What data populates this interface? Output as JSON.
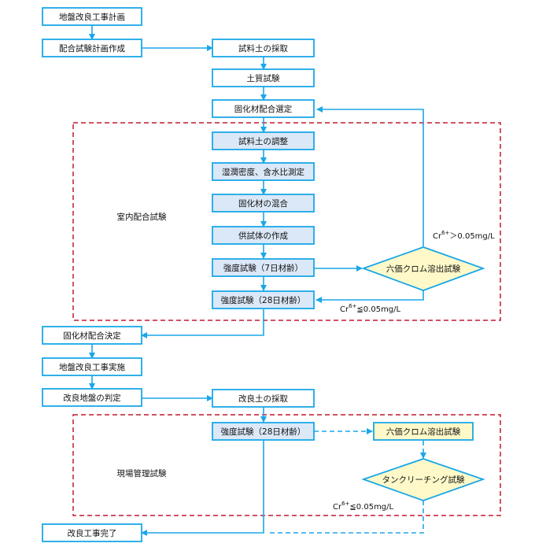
{
  "colors": {
    "stroke": "#1aa7e8",
    "fill_white": "#ffffff",
    "fill_blue": "#dbe8f7",
    "fill_yellow": "#fff9c9",
    "dashed_region": "#c2182e",
    "text": "#111111"
  },
  "nodes": {
    "plan": "地盤改良工事計画",
    "mix_plan": "配合試験計画作成",
    "soil_sampling": "試料土の採取",
    "soil_test": "土質試験",
    "agent_select": "固化材配合選定",
    "soil_adjust": "試料土の調整",
    "density_measure": "湿潤密度、含水比測定",
    "agent_mixing": "固化材の混合",
    "specimen": "供試体の作成",
    "strength_7": "強度試験（7日材齢）",
    "strength_28": "強度試験（28日材齢）",
    "cr_leach_1": "六価クロム溶出試験",
    "agent_decide": "固化材配合決定",
    "construction": "地盤改良工事実施",
    "judgement": "改良地盤の判定",
    "improved_sampling": "改良土の採取",
    "strength_28_field": "強度試験（28日材齢）",
    "cr_leach_2": "六価クロム溶出試験",
    "tank_leach": "タンクリーチング試験",
    "complete": "改良工事完了"
  },
  "regions": {
    "lab": "室内配合試験",
    "field": "現場管理試験"
  },
  "conditions": {
    "over_base": "Cr",
    "over_sup": "6+",
    "over_rest": "＞0.05mg/L",
    "under1_base": "Cr",
    "under1_sup": "6+",
    "under1_rest": "≦0.05mg/L",
    "under2_base": "Cr",
    "under2_sup": "6+",
    "under2_rest": "≦0.05mg/L"
  }
}
